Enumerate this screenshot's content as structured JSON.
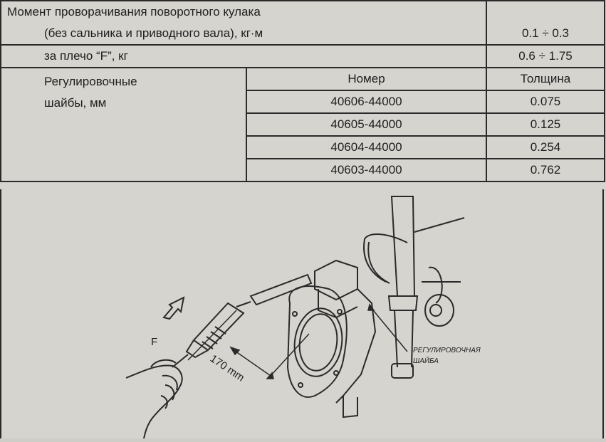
{
  "table": {
    "row1_label": "Момент проворачивания поворотного кулака",
    "row2_label": "(без сальника и приводного вала), кг·м",
    "row2_value": "0.1 ÷ 0.3",
    "row3_label": "за плечо “F”, кг",
    "row3_value": "0.6 ÷ 1.75",
    "shims_label_line1": "Регулировочные",
    "shims_label_line2": "шайбы, мм",
    "col_number": "Номер",
    "col_thickness": "Толщина",
    "rows": [
      {
        "number": "40606-44000",
        "thickness": "0.075"
      },
      {
        "number": "40605-44000",
        "thickness": "0.125"
      },
      {
        "number": "40604-44000",
        "thickness": "0.254"
      },
      {
        "number": "40603-44000",
        "thickness": "0.762"
      }
    ]
  },
  "figure": {
    "force_label": "F",
    "distance_label": "170 mm",
    "callout_line1": "РЕГУЛИРОВОЧНАЯ",
    "callout_line2": "ШАЙБА"
  }
}
